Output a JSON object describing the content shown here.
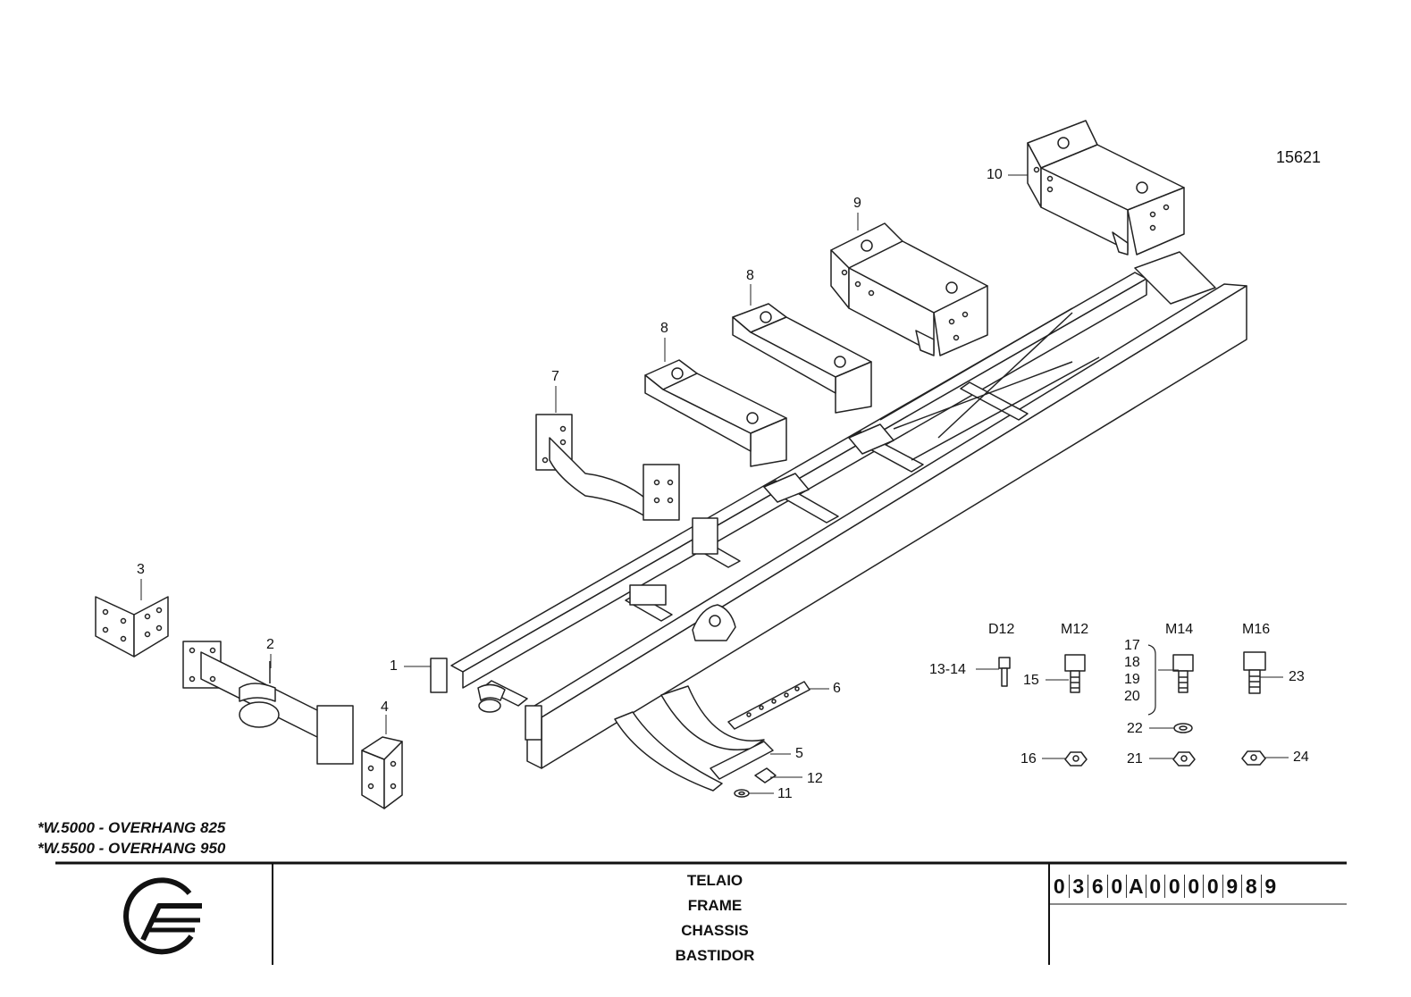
{
  "drawing_number": "15621",
  "notes": [
    "*W.5000 - OVERHANG 825",
    "*W.5500 - OVERHANG 950"
  ],
  "titles": [
    "TELAIO",
    "FRAME",
    "CHASSIS",
    "BASTIDOR"
  ],
  "part_code": [
    "0",
    "3",
    "6",
    "0",
    "A",
    "0",
    "0",
    "0",
    "0",
    "9",
    "8",
    "9"
  ],
  "callouts": {
    "c1": "1",
    "c2": "2",
    "c3": "3",
    "c4": "4",
    "c5": "5",
    "c6": "6",
    "c7": "7",
    "c8a": "8",
    "c8b": "8",
    "c9": "9",
    "c10": "10",
    "c11": "11",
    "c12": "12",
    "c13_14": "13-14",
    "c15": "15",
    "c16": "16",
    "c17": "17",
    "c18": "18",
    "c19": "19",
    "c20": "20",
    "c21": "21",
    "c22": "22",
    "c23": "23",
    "c24": "24"
  },
  "thread_sizes": {
    "d12": "D12",
    "m12": "M12",
    "m14": "M14",
    "m16": "M16"
  },
  "colors": {
    "line": "#222222",
    "background": "#ffffff"
  }
}
